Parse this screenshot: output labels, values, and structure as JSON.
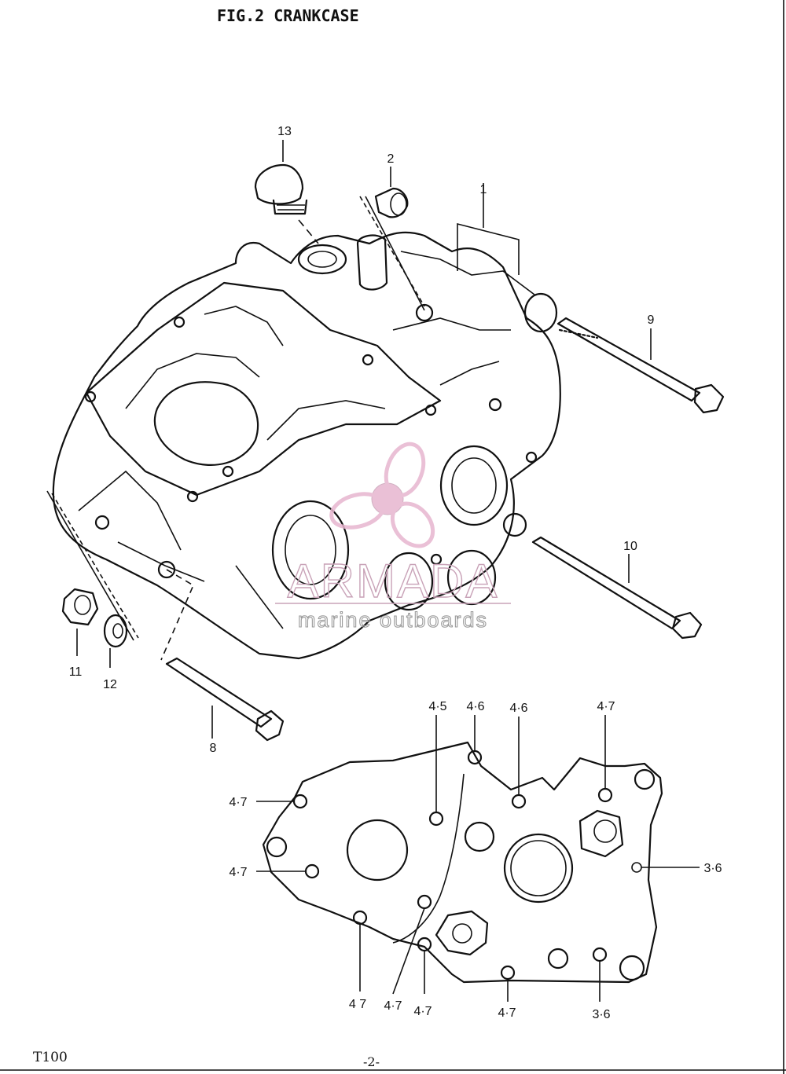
{
  "header": {
    "title": "FIG.2  CRANKCASE"
  },
  "watermark": {
    "brand": "ARMADA",
    "tagline": "marine outboards",
    "brand_color": "#c9a3b8",
    "logo_color": "#e7b6cf"
  },
  "callouts": {
    "c1": "1",
    "c2": "2",
    "c8": "8",
    "c9": "9",
    "c10": "10",
    "c11": "11",
    "c12": "12",
    "c13": "13",
    "lt1": "4·5",
    "lt2": "4·6",
    "lt3": "4·6",
    "lt4": "4·7",
    "lt5": "4·7",
    "lt6": "4·7",
    "lt7": "3·6",
    "lt8": "4 7",
    "lt9": "4·7",
    "lt10": "4·7",
    "lt11": "4·7",
    "lt12": "3·6"
  },
  "footer": {
    "model": "T100",
    "page": "-2-"
  }
}
